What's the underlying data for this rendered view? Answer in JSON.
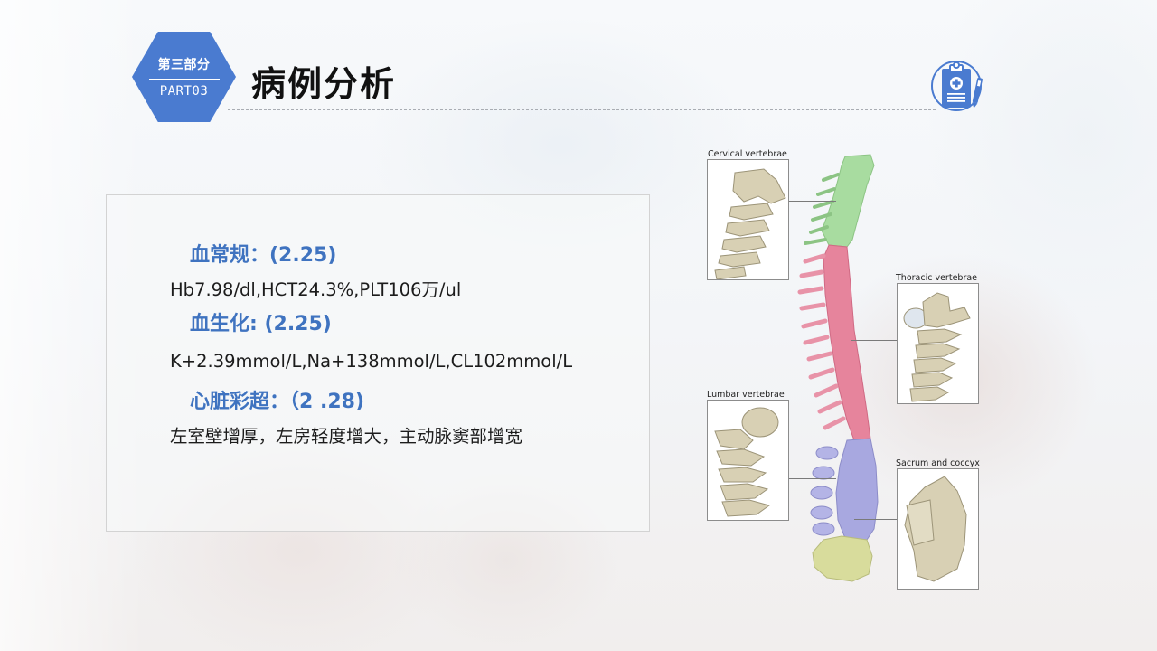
{
  "header": {
    "section_label": "第三部分",
    "part_label": "PART03",
    "title": "病例分析",
    "icon": "clipboard-medical-icon"
  },
  "colors": {
    "accent": "#4a7bd0",
    "heading_text": "#3f73c0",
    "body_text": "#1c1c1c",
    "cervical": "#a8dca0",
    "thoracic": "#e6849c",
    "lumbar": "#a8a8e0",
    "sacrum": "#d8dc9c"
  },
  "findings": [
    {
      "heading": "血常规：(2.25)",
      "detail": "Hb7.98/dl,HCT24.3%,PLT106万/ul"
    },
    {
      "heading": "血生化: (2.25)",
      "detail": "K+2.39mmol/L,Na+138mmol/L,CL102mmol/L"
    },
    {
      "heading": "心脏彩超：（2 .28)",
      "detail": "左室壁增厚，左房轻度增大，主动脉窦部增宽"
    }
  ],
  "spine_diagram": {
    "labels": {
      "cervical": "Cervical vertebrae",
      "thoracic": "Thoracic vertebrae",
      "lumbar": "Lumbar vertebrae",
      "sacrum": "Sacrum and coccyx"
    }
  }
}
